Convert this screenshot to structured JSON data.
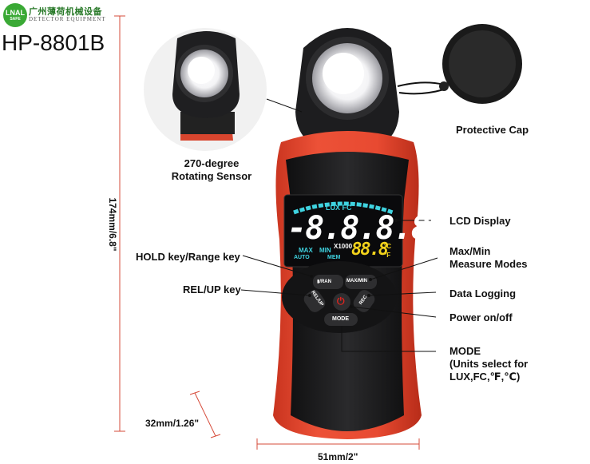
{
  "brand": {
    "logo_text": "LNAL",
    "logo_sub": "SAFE",
    "name_cn": "广州薄荷机械设备",
    "name_en": "DETECTOR EQUIPMENT"
  },
  "model": "HP-8801B",
  "callouts": {
    "rotating_sensor": [
      "270-degree",
      "Rotating Sensor"
    ],
    "protective_cap": "Protective Cap",
    "lcd_display": "LCD Display",
    "hold_key": "HOLD key/Range key",
    "max_min": [
      "Max/Min",
      "Measure Modes"
    ],
    "rel_up": "REL/UP key",
    "data_logging": "Data Logging",
    "power": "Power on/off",
    "mode": [
      "MODE",
      "(Units select for",
      "LUX,FC,℉,℃)"
    ]
  },
  "dimensions": {
    "height": "174mm/6.8\"",
    "depth": "32mm/1.26\"",
    "width": "51mm/2\""
  },
  "lcd": {
    "units": "LUX FC",
    "main_digits": "-8.8.8.8",
    "sub_digits": "88.8",
    "multiplier": "X1000",
    "max": "MAX",
    "min": "MIN",
    "auto": "AUTO",
    "mem": "MEM",
    "deg_c": "°C",
    "deg_f": "°F"
  },
  "keys": {
    "hold": "▮/RAN",
    "maxmin": "MAX/MIN",
    "rel": "REL/UP",
    "rec": "REC",
    "power": "⏻",
    "mode": "MODE"
  },
  "colors": {
    "body_red": "#e2452d",
    "body_black": "#1c1c1e",
    "lcd_cyan": "#3fd3e0",
    "lcd_yellow": "#f2d21b",
    "power_red": "#e1241f",
    "logo_green": "#3aa935"
  }
}
